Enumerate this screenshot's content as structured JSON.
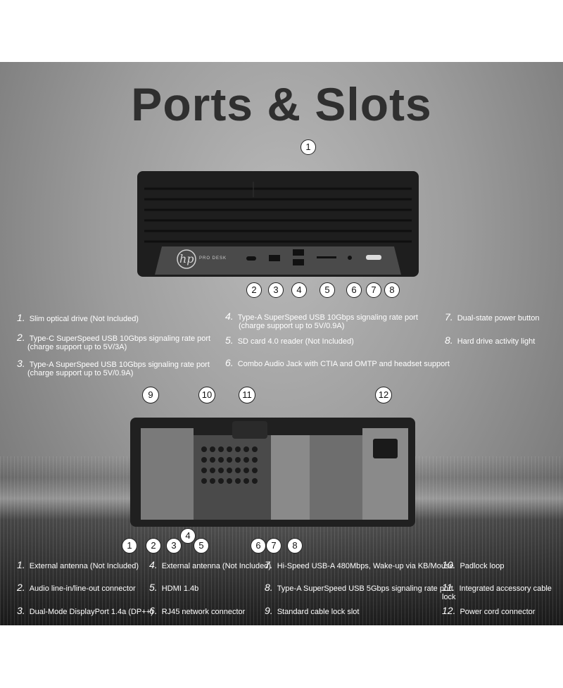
{
  "title": "Ports & Slots",
  "front_logo": "hp",
  "front_brand": "PRO DESK",
  "front_callouts": [
    "1",
    "2",
    "3",
    "4",
    "5",
    "6",
    "7",
    "8"
  ],
  "front_specs": [
    {
      "num": "1.",
      "text": "Slim optical drive (Not Included)"
    },
    {
      "num": "2.",
      "text": "Type-C SuperSpeed USB 10Gbps signaling rate port",
      "text2": "(charge support up to 5V/3A)"
    },
    {
      "num": "3.",
      "text": "Type-A SuperSpeed USB 10Gbps signaling rate port",
      "text2": "(charge support up to 5V/0.9A)"
    },
    {
      "num": "4.",
      "text": "Type-A SuperSpeed USB 10Gbps signaling rate port",
      "text2": "(charge support up to 5V/0.9A)"
    },
    {
      "num": "5.",
      "text": "SD card 4.0 reader (Not Included)"
    },
    {
      "num": "6.",
      "text": "Combo Audio Jack with CTIA and OMTP and headset support"
    },
    {
      "num": "7.",
      "text": "Dual-state power button"
    },
    {
      "num": "8.",
      "text": "Hard drive activity light"
    }
  ],
  "rear_callouts": [
    "9",
    "10",
    "11",
    "12",
    "1",
    "2",
    "3",
    "4",
    "5",
    "6",
    "7",
    "8"
  ],
  "rear_specs": [
    {
      "num": "1.",
      "text": "External antenna (Not Included)"
    },
    {
      "num": "2.",
      "text": "Audio line-in/line-out connector"
    },
    {
      "num": "3.",
      "text": "Dual-Mode DisplayPort 1.4a (DP++)"
    },
    {
      "num": "4.",
      "text": "External antenna (Not Included)"
    },
    {
      "num": "5.",
      "text": "HDMI 1.4b"
    },
    {
      "num": "6.",
      "text": "RJ45 network connector"
    },
    {
      "num": "7.",
      "text": "Hi-Speed USB-A 480Mbps, Wake-up via KB/Mouse"
    },
    {
      "num": "8.",
      "text": "Type-A SuperSpeed USB 5Gbps signaling rate port"
    },
    {
      "num": "9.",
      "text": "Standard cable lock slot"
    },
    {
      "num": "10.",
      "text": "Padlock loop"
    },
    {
      "num": "11.",
      "text": "Integrated accessory cable lock"
    },
    {
      "num": "12.",
      "text": "Power cord connector"
    }
  ],
  "colors": {
    "title": "#2f2f2f",
    "chassis": "#1c1c1c",
    "text": "#ffffff"
  }
}
